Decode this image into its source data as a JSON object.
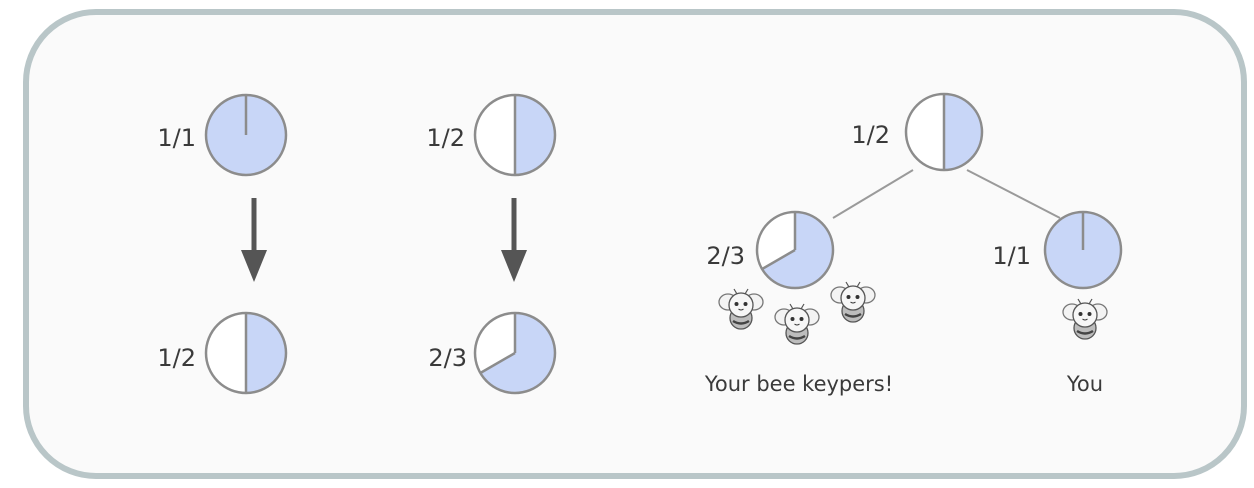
{
  "colors": {
    "frame_border": "#b9c6c8",
    "frame_fill": "#fafafa",
    "pie_fill": "#c8d6f7",
    "pie_stroke": "#8c8c8c",
    "arrow": "#555555",
    "edge": "#9a9a9a",
    "text": "#3a3a3a"
  },
  "columns": [
    {
      "top": {
        "label": "1/1",
        "fraction": 1.0
      },
      "bottom": {
        "label": "1/2",
        "fraction": 0.5
      }
    },
    {
      "top": {
        "label": "1/2",
        "fraction": 0.5
      },
      "bottom": {
        "label": "2/3",
        "fraction": 0.6667
      }
    }
  ],
  "tree": {
    "root": {
      "label": "1/2",
      "fraction": 0.5
    },
    "left": {
      "label": "2/3",
      "fraction": 0.6667,
      "caption": "Your bee keypers!",
      "bee_count": 3
    },
    "right": {
      "label": "1/1",
      "fraction": 1.0,
      "caption": "You",
      "bee_count": 1
    }
  },
  "icons": {
    "bee": "bee-icon",
    "arrow": "arrow-down-icon"
  }
}
